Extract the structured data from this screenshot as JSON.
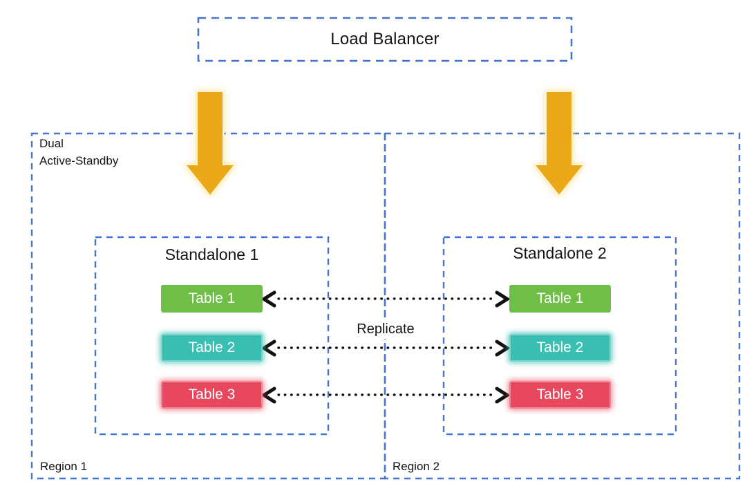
{
  "load_balancer": {
    "label": "Load Balancer"
  },
  "deployment_label": {
    "line1": "Dual",
    "line2": "Active-Standby"
  },
  "replicate": {
    "label": "Replicate"
  },
  "regions": [
    {
      "label": "Region 1",
      "standalone": {
        "title": "Standalone 1",
        "tables": [
          {
            "label": "Table 1"
          },
          {
            "label": "Table 2"
          },
          {
            "label": "Table 3"
          }
        ]
      }
    },
    {
      "label": "Region 2",
      "standalone": {
        "title": "Standalone 2",
        "tables": [
          {
            "label": "Table 1"
          },
          {
            "label": "Table 2"
          },
          {
            "label": "Table 3"
          }
        ]
      }
    }
  ],
  "icons": {
    "down_arrow": "down-arrow-icon",
    "replicate_connector": "dotted-double-arrow-icon"
  },
  "colors": {
    "dashed_border_blue": "#4575CB",
    "arrow_amber": "#EAA717",
    "arrow_glow": "#FFDF91",
    "table_green": "#6FBE45",
    "table_teal": "#38BFB2",
    "table_red": "#E7485E",
    "connector_black": "#111111",
    "text_black": "#141414"
  }
}
